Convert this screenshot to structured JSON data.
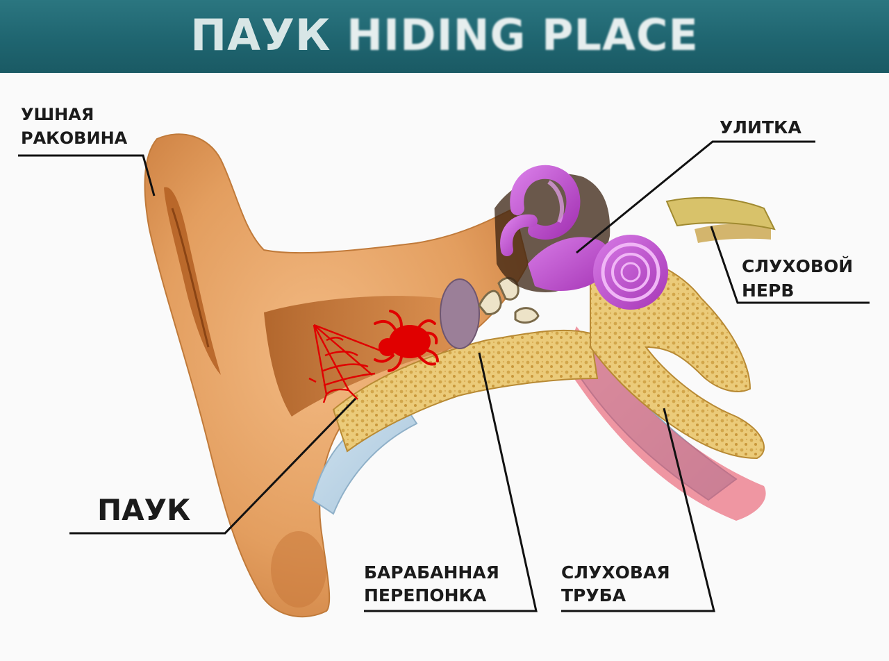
{
  "banner": {
    "title_part1": "ПАУК",
    "title_part2": "HIDING PLACE"
  },
  "labels": {
    "pinna": [
      "УШНАЯ",
      "РАКОВИНА"
    ],
    "cochlea": "УЛИТКА",
    "auditory_nerve": [
      "СЛУХОВОЙ",
      "НЕРВ"
    ],
    "spider": "ПАУК",
    "eardrum": [
      "БАРАБАННАЯ",
      "ПЕРЕПОНКА"
    ],
    "eustachian_tube": [
      "СЛУХОВАЯ",
      "ТРУБА"
    ]
  },
  "colors": {
    "banner": "#1f6570",
    "skin": "#e8a467",
    "skin_dark": "#b8662c",
    "bone": "#e8c878",
    "cochlea": "#c04fd0",
    "spider": "#e00000",
    "leader_line": "#111111"
  },
  "icons": {
    "spider": "spider-icon",
    "web": "spider-web-icon"
  }
}
